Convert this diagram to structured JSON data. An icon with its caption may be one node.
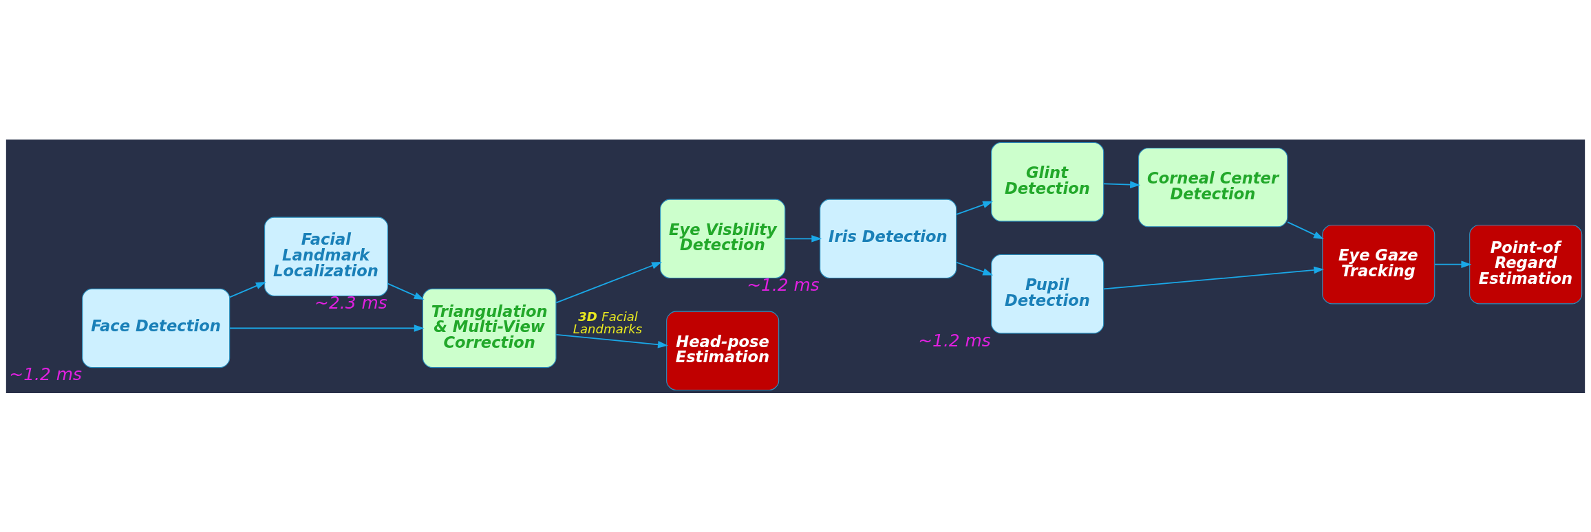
{
  "diagram": {
    "nodes": [
      {
        "text": [
          "Face Detection"
        ],
        "beside": [
          "~1.2 ms"
        ]
      },
      {
        "text": [
          "Facial Landmark Localization"
        ],
        "beside": [
          "~2.3 ms"
        ]
      },
      {
        "text": [
          "Triangulation & Multi-View Correction"
        ]
      },
      {
        "text": [
          "Eye Visbility Detection"
        ]
      },
      {
        "text": [
          "Iris Detection"
        ],
        "beside": [
          "~1.2 ms"
        ]
      },
      {
        "text": [
          "Glint Detection"
        ]
      },
      {
        "text": [
          "Corneal Center Detection"
        ]
      },
      {
        "text": [
          "Pupil Detection"
        ],
        "beside": [
          "~1.2 ms"
        ]
      },
      {
        "text": [
          "Eye Gaze Tracking"
        ]
      },
      {
        "text": [
          "Point-of Regard Estimation"
        ]
      },
      {
        "text": [
          "Head-pose Estimation"
        ]
      }
    ],
    "edges": [
      {
        "from": 0,
        "to": 1,
        "arrow": "to"
      },
      {
        "from": 1,
        "to": 2,
        "arrow": "to"
      },
      {
        "from": 0,
        "to": 2,
        "arrow": "to"
      },
      {
        "from": 2,
        "to": 3,
        "arrow": "to"
      },
      {
        "from": 3,
        "to": 4,
        "arrow": "to"
      },
      {
        "from": 4,
        "to": 5,
        "arrow": "to"
      },
      {
        "from": 4,
        "to": 7,
        "arrow": "to"
      },
      {
        "from": 5,
        "to": 6,
        "arrow": "to"
      },
      {
        "from": 6,
        "to": 8,
        "arrow": "to"
      },
      {
        "from": 7,
        "to": 8,
        "arrow": "to"
      },
      {
        "from": 8,
        "to": 9,
        "arrow": "to"
      },
      {
        "from": 2,
        "to": 10,
        "arrow": "to",
        "label": "**3D** Facial Landmarks"
      }
    ]
  }
}
